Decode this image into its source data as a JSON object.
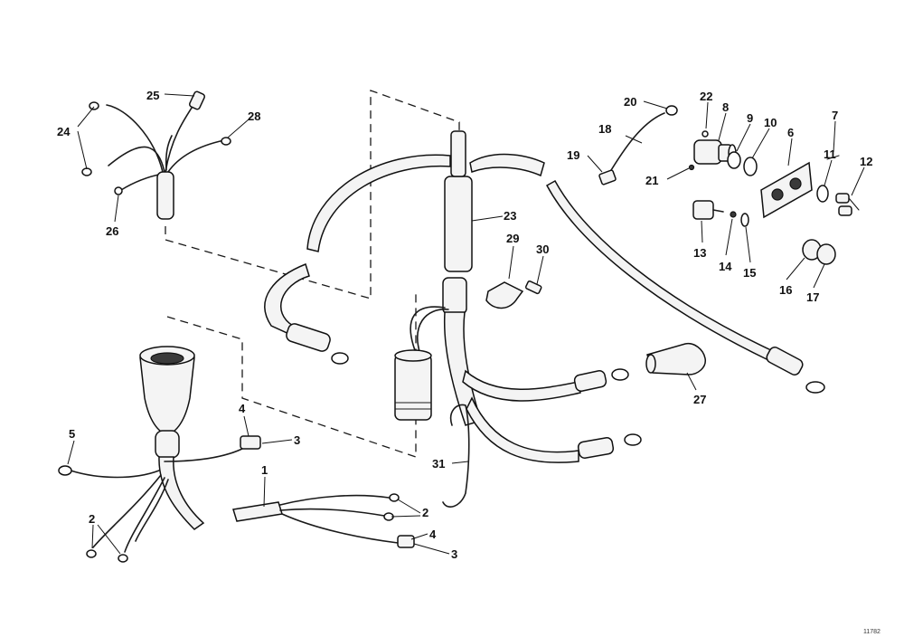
{
  "figure_number": "11782",
  "callouts": {
    "c1": "1",
    "c2a": "2",
    "c2b": "2",
    "c3a": "3",
    "c3b": "3",
    "c4a": "4",
    "c4b": "4",
    "c5": "5",
    "c6": "6",
    "c7": "7",
    "c8": "8",
    "c9": "9",
    "c10": "10",
    "c11": "11",
    "c12": "12",
    "c13": "13",
    "c14": "14",
    "c15": "15",
    "c16": "16",
    "c17": "17",
    "c18": "18",
    "c19": "19",
    "c20": "20",
    "c21": "21",
    "c22": "22",
    "c23": "23",
    "c24": "24",
    "c25": "25",
    "c26": "26",
    "c27": "27",
    "c28": "28",
    "c29": "29",
    "c30": "30",
    "c31": "31"
  }
}
